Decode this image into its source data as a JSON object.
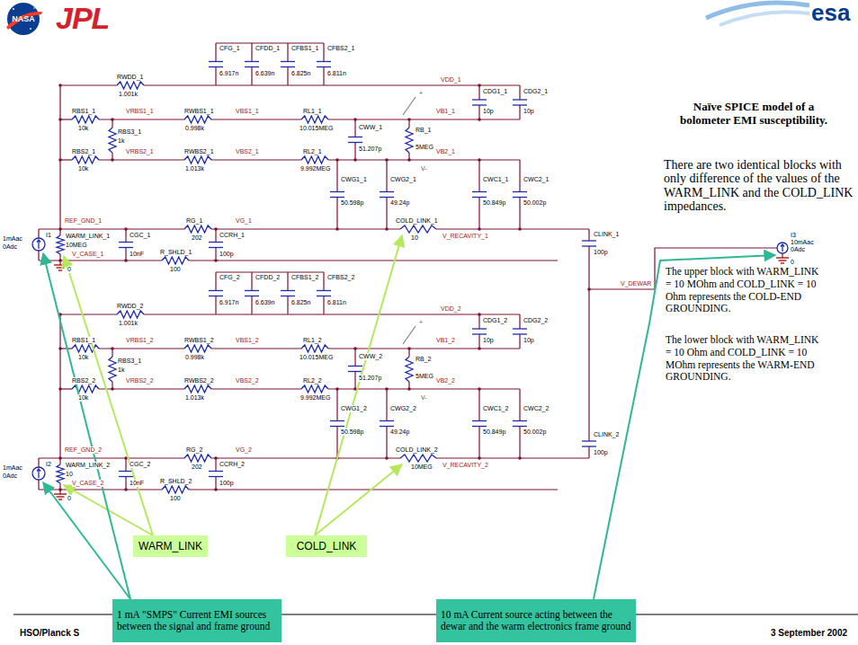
{
  "diagram": {
    "title": "Naïve SPICE model of a bolometer EMI susceptibility.",
    "nodes": [
      {
        "text": [
          "WARM_LINK"
        ]
      },
      {
        "text": [
          "COLD_LINK"
        ]
      },
      {
        "text": [
          "1 mA \"SMPS\" Current EMI sources between the signal and frame ground"
        ]
      },
      {
        "text": [
          "10 mA Current source acting between the dewar and the warm electronics frame ground"
        ]
      }
    ],
    "labels": [
      "CFG_1",
      "6.917n",
      "CFDD_1",
      "6.639n",
      "CFBS1_1",
      "6.825n",
      "CFBS2_1",
      "6.811n",
      "RWDD_1",
      "1.001k",
      "VDD_1",
      "CDG1_1",
      "10p",
      "CDG2_1",
      "10p",
      "RBS1_1",
      "10k",
      "VRBS1_1",
      "RWBS1_1",
      "0.998k",
      "VBS1_1",
      "RBS3_1",
      "1k",
      "RBS2_1",
      "10k",
      "VRBS2_1",
      "RWBS2_1",
      "1.013k",
      "VBS2_1",
      "RL1_1",
      "10.015MEG",
      "RL2_1",
      "9.992MEG",
      "CWW_1",
      "51.207p",
      "+",
      "RB_1",
      "5MEG",
      "V-",
      "VB1_1",
      "VB2_1",
      "CWG1_1",
      "50.598p",
      "CWG2_1",
      "49.24p",
      "CWC1_1",
      "50.849p",
      "CWC2_1",
      "50.002p",
      "REF_GND_1",
      "RG_1",
      "202",
      "VG_1",
      "COLD_LINK_1",
      "10",
      "V_RECAVITY_1",
      "CLINK_1",
      "100p",
      "1mAac",
      "0Adc",
      "I1",
      "WARM_LINK_1",
      "10MEG",
      "CGC_1",
      "10nF",
      "CCRH_1",
      "100p",
      "R_SHLD_1",
      "100",
      "V_CASE_1",
      "0",
      "CFG_2",
      "6.917n",
      "CFDD_2",
      "6.639n",
      "CFBS1_2",
      "6.825n",
      "CFBS2_2",
      "6.811n",
      "RWDD_2",
      "1.001k",
      "VDD_2",
      "CDG1_2",
      "10p",
      "CDG2_2",
      "10p",
      "RBS1_1",
      "10k",
      "VRBS1_2",
      "RWBS1_2",
      "0.998k",
      "VBS1_2",
      "RBS3_1",
      "1k",
      "RBS2_2",
      "10k",
      "VRBS2_2",
      "RWBS2_2",
      "1.013k",
      "VBS2_2",
      "RL1_2",
      "10.015MEG",
      "RL2_2",
      "9.992MEG",
      "CWW_2",
      "51.207p",
      "+",
      "RB_2",
      "5MEG",
      "V-",
      "VB1_2",
      "VB2_2",
      "CWG1_2",
      "50.598p",
      "CWG2_2",
      "49.24p",
      "CWC1_2",
      "50.849p",
      "CWC2_2",
      "50.002p",
      "REF_GND_2",
      "RG_2",
      "202",
      "VG_2",
      "COLD_LINK_2",
      "10MEG",
      "V_RECAVITY_2",
      "CLINK_2",
      "100p",
      "1mAac",
      "0Adc",
      "I2",
      "WARM_LINK_2",
      "10",
      "CGC_2",
      "10nF",
      "CCRH_2",
      "100p",
      "R_SHLD_2",
      "100",
      "V_CASE_2",
      "0",
      "V_DEWAR",
      "10mAac",
      "0Adc",
      "I3",
      "0",
      "There are two identical blocks with only difference of the values of the WARM_LINK and the COLD_LINK impedances.",
      "The upper block with WARM_LINK = 10 MOhm and COLD_LINK = 10 Ohm represents the COLD-END GROUNDING.",
      "The lower block with WARM_LINK = 10 Ohm and COLD_LINK = 10 MOhm represents the WARM-END GROUNDING.",
      "HSO/Planck S",
      "3 September 2002",
      "NASA",
      "JPL",
      "esa"
    ]
  }
}
